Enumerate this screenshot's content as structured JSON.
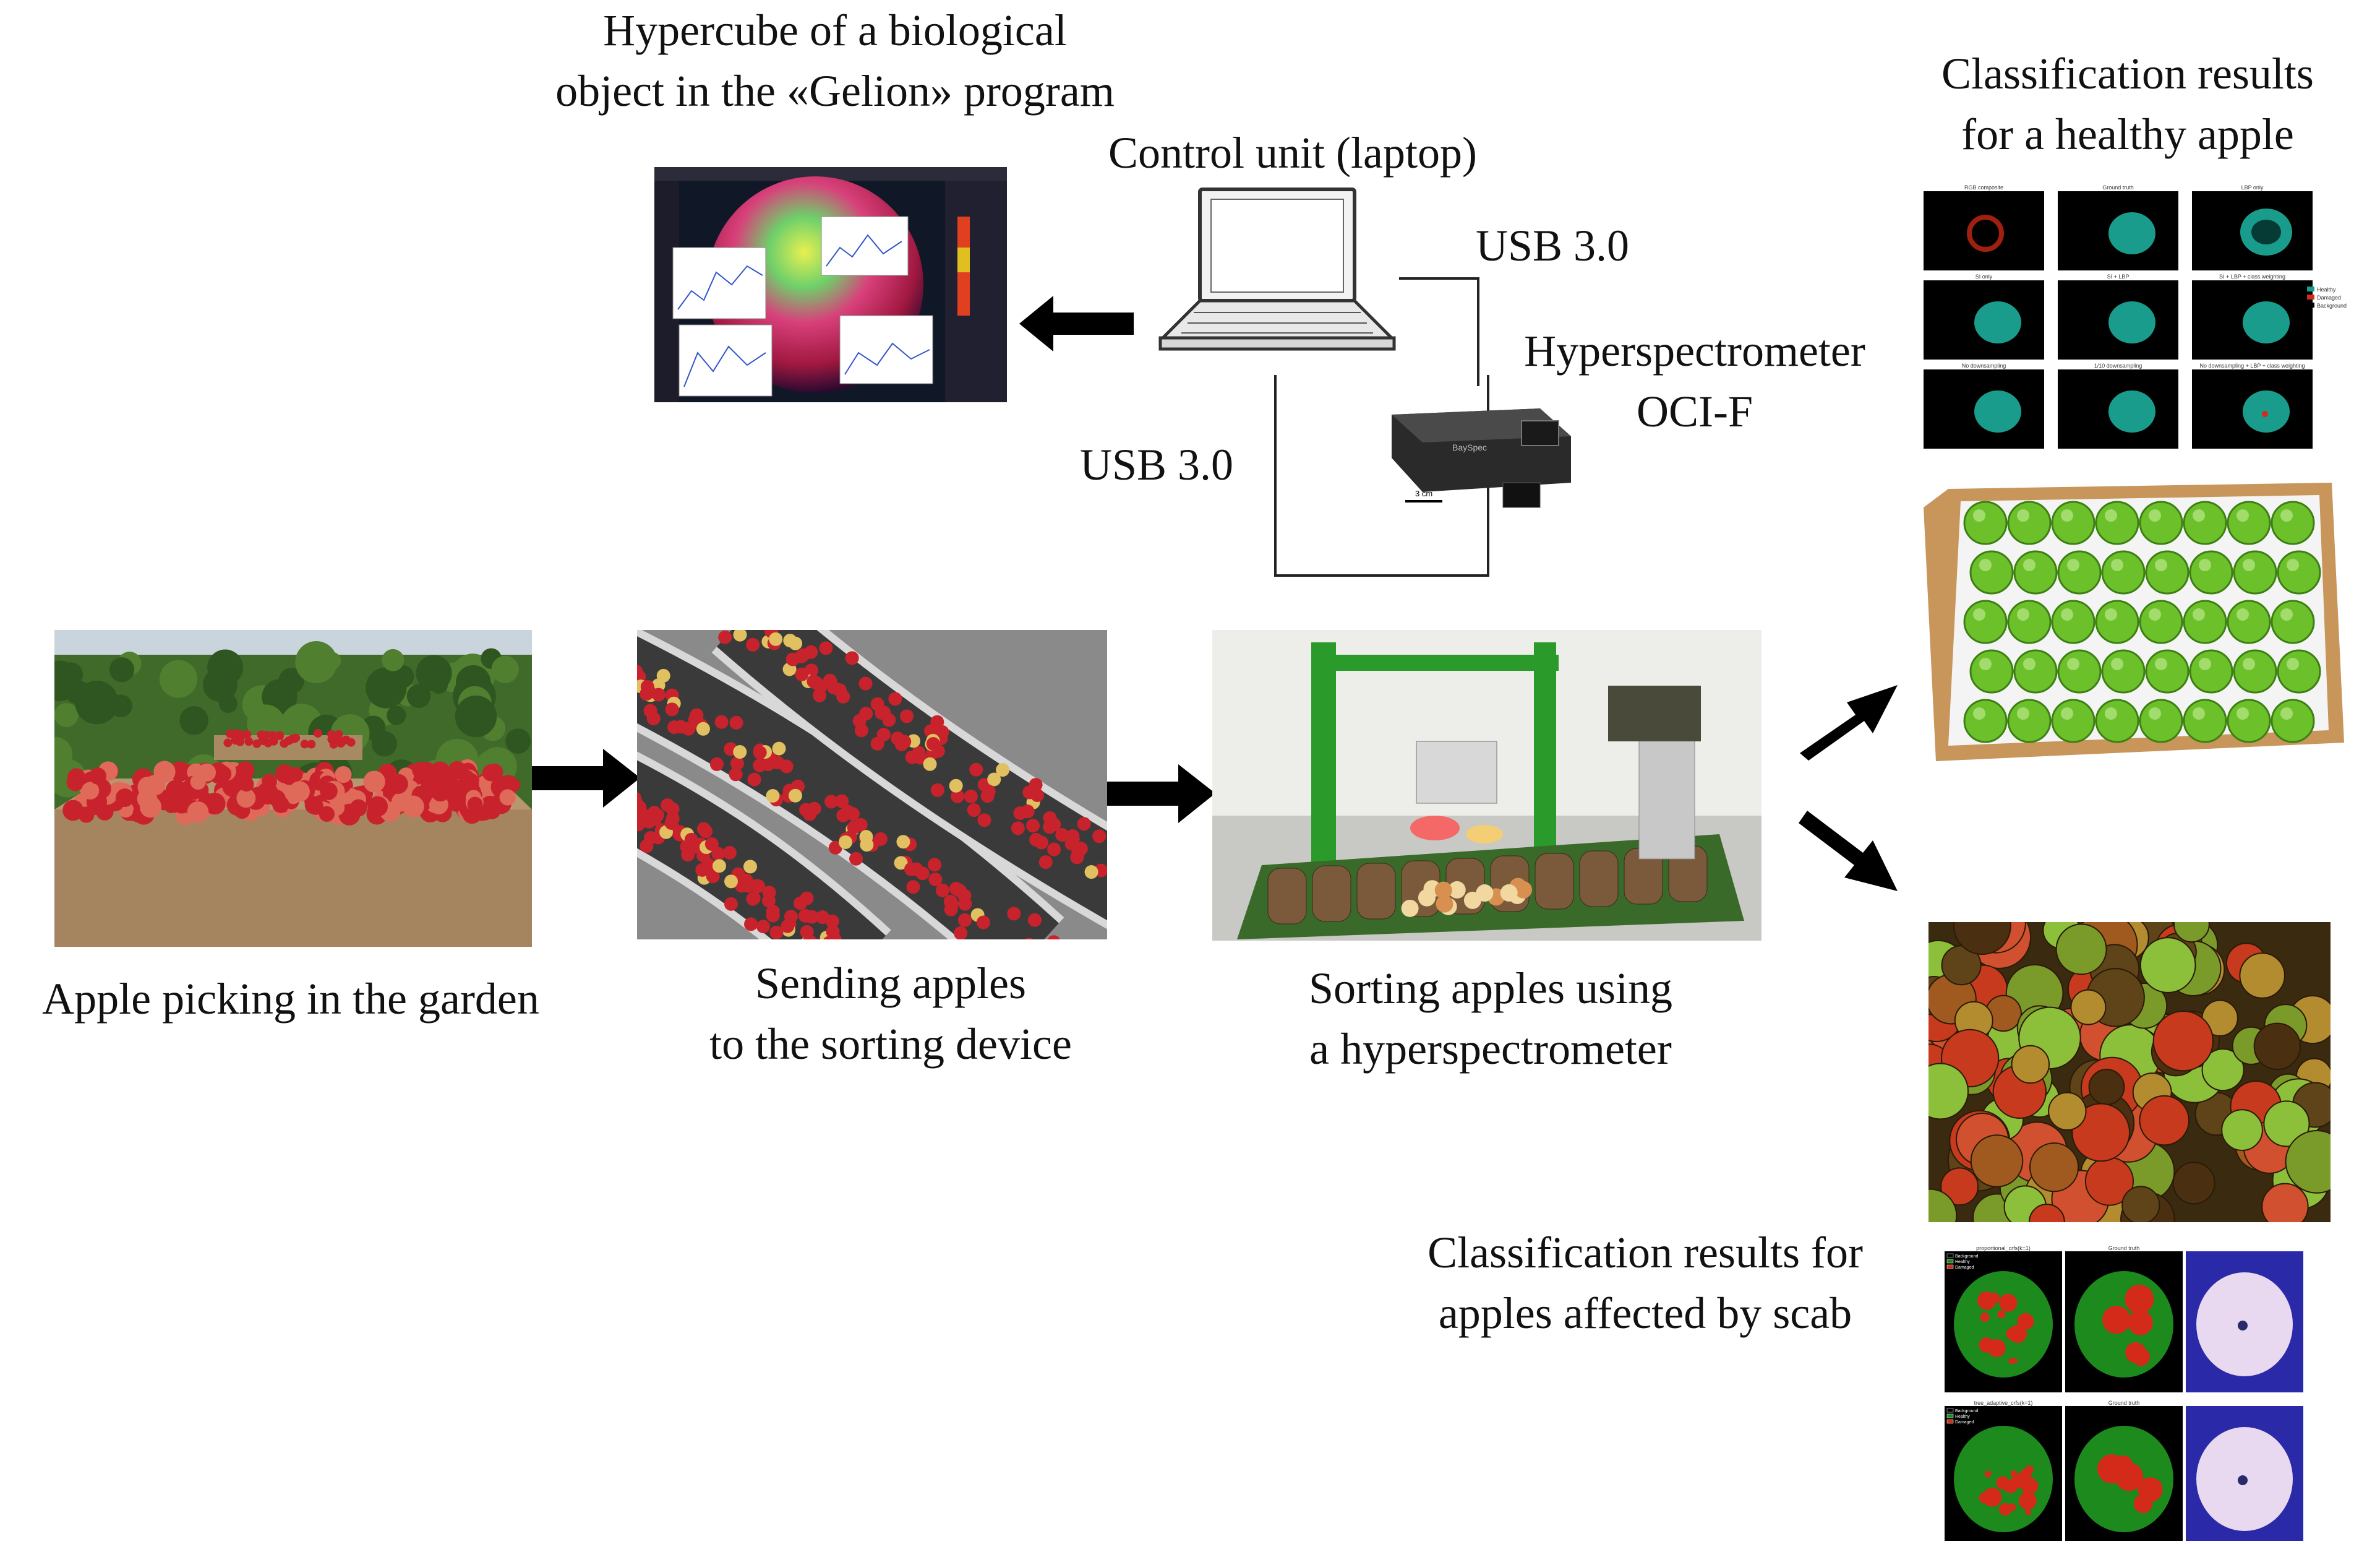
{
  "labels": {
    "hypercube": [
      "Hypercube of a biological",
      "object in the «Gelion» program"
    ],
    "control_unit": "Control unit (laptop)",
    "usb_top": "USB 3.0",
    "usb_left": "USB 3.0",
    "hyperspectrometer": [
      "Hyperspectrometer",
      "OCI-F"
    ],
    "healthy_results": [
      "Classification results",
      "for a healthy apple"
    ],
    "picking": "Apple picking in the garden",
    "sending": [
      "Sending apples",
      "to the sorting device"
    ],
    "sorting": [
      "Sorting apples using",
      "a hyperspectrometer"
    ],
    "scab_results": [
      "Classification results for",
      "apples affected by scab"
    ],
    "scale_bar": "3 cm",
    "camera_brand": "BaySpec",
    "grid_titles": [
      "RGB composite",
      "Ground truth",
      "LBP only",
      "SI only",
      "SI + LBP",
      "SI + LBP + class weighting",
      "No downsampling",
      "1/10 downsampling",
      "No downsampling + LBP + class weighting"
    ],
    "grid_legend": [
      "Healthy",
      "Damaged",
      "Background"
    ],
    "scab_titles_row1": [
      "proportional_crfs(k=1)",
      "Ground truth"
    ],
    "scab_titles_row2": [
      "tree_adaptive_crfs(k=1)",
      "Ground truth"
    ],
    "scab_legend": [
      "Background",
      "Healthy",
      "Damaged"
    ]
  },
  "icons": {
    "arrows": [
      "arrow-left-icon",
      "arrow-right-icon",
      "arrow-right-icon",
      "arrow-up-right-icon",
      "arrow-down-right-icon"
    ],
    "laptop": "laptop-icon",
    "camera": "hyperspectral-camera-icon"
  },
  "colors": {
    "healthy_teal": "#1a9c8c",
    "damaged_red": "#d42a1a",
    "background_black": "#000000",
    "scab_green": "#1d8a1d",
    "apple_red": "#c8232c",
    "apple_green": "#6cc02a",
    "frame_green": "#2a9a2a"
  }
}
